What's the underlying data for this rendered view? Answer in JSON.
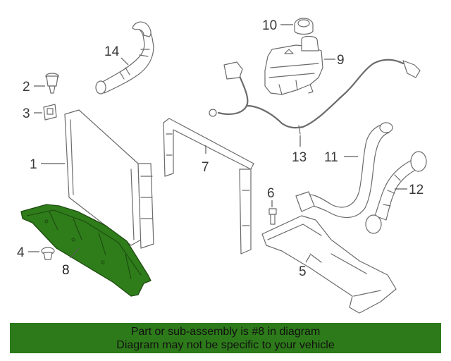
{
  "colors": {
    "highlight": "#2e7d1a",
    "banner": "#2d7a1a",
    "line": "#6b6b6b"
  },
  "callouts": [
    {
      "id": "1",
      "label": "1"
    },
    {
      "id": "2",
      "label": "2"
    },
    {
      "id": "3",
      "label": "3"
    },
    {
      "id": "4",
      "label": "4"
    },
    {
      "id": "5",
      "label": "5"
    },
    {
      "id": "6",
      "label": "6"
    },
    {
      "id": "7",
      "label": "7"
    },
    {
      "id": "8",
      "label": "8"
    },
    {
      "id": "9",
      "label": "9"
    },
    {
      "id": "10",
      "label": "10"
    },
    {
      "id": "11",
      "label": "11"
    },
    {
      "id": "12",
      "label": "12"
    },
    {
      "id": "13",
      "label": "13"
    },
    {
      "id": "14",
      "label": "14"
    }
  ],
  "banner": {
    "line1": "Part or sub-assembly is #8 in diagram",
    "line2": "Diagram may not be specific to your vehicle"
  }
}
